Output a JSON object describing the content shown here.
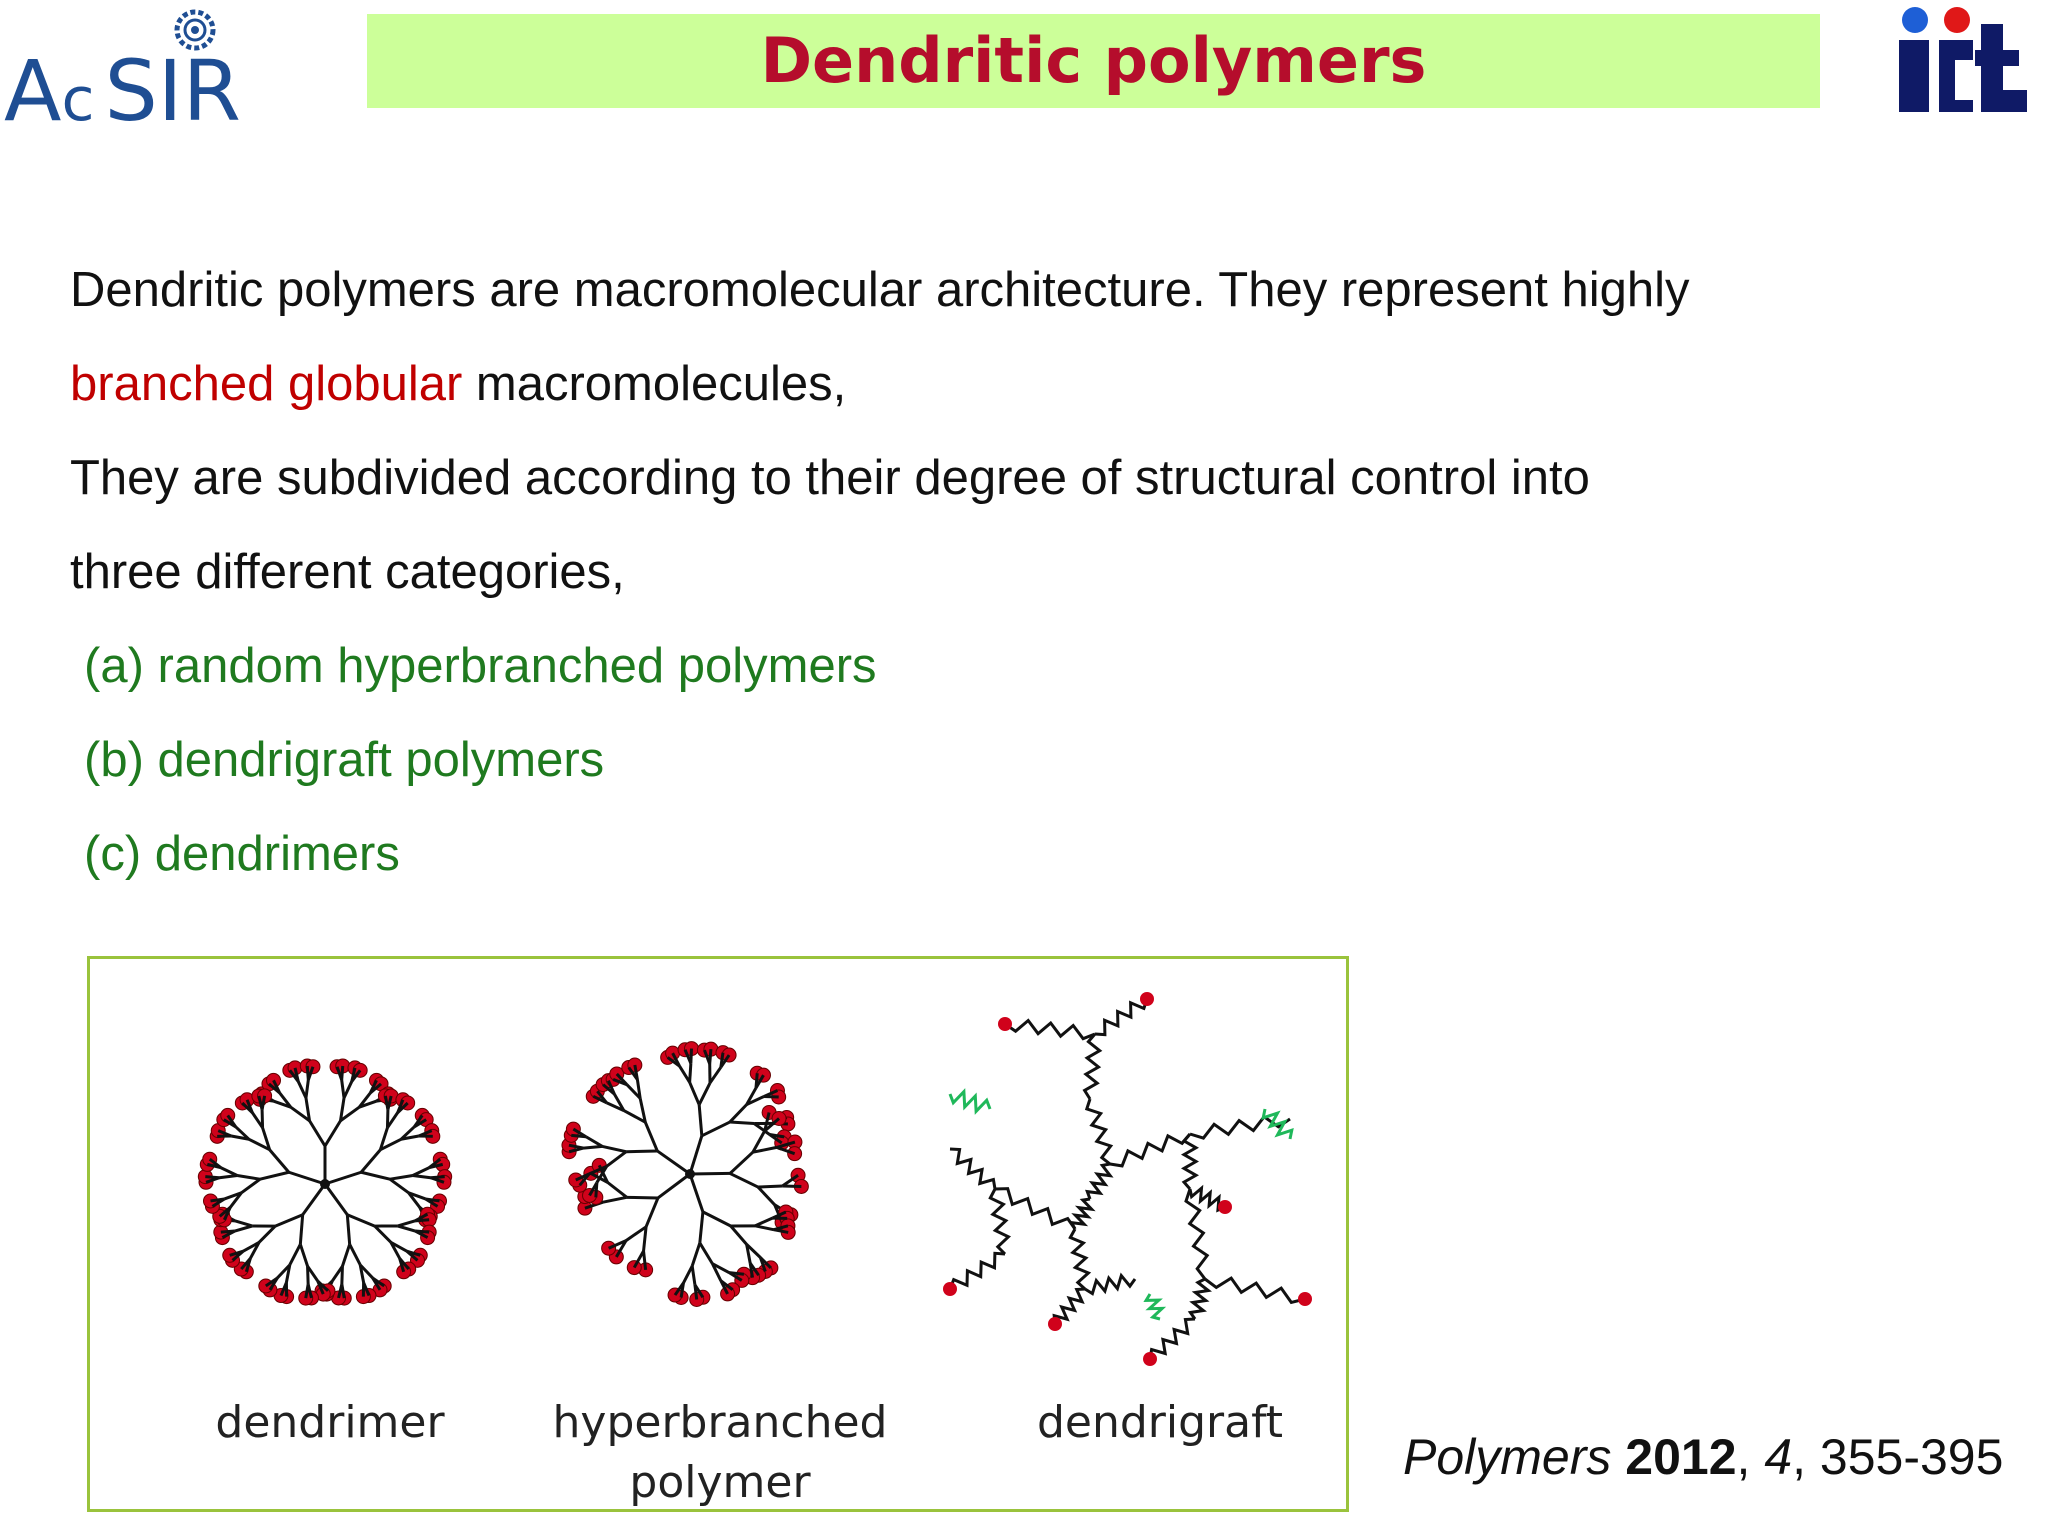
{
  "logos": {
    "left_wordmark": {
      "a": "A",
      "c": "c",
      "s": "S",
      "i": "I",
      "r": "R"
    },
    "left_icon": "gear-emblem-icon",
    "right_icon": "iict-logo-icon"
  },
  "header": {
    "title": "Dendritic polymers"
  },
  "body": {
    "line1": "Dendritic polymers are macromolecular architecture. They represent highly",
    "line2_red": "branched globular",
    "line2_rest": " macromolecules,",
    "line3": "They are subdivided according to their degree of structural control into",
    "line4": "three different categories,",
    "categories": [
      "(a) random hyperbranched polymers",
      "(b) dendrigraft polymers",
      "(c) dendrimers"
    ]
  },
  "figure": {
    "labels": {
      "dendrimer": "dendrimer",
      "hyperbranched_1": "hyperbranched",
      "hyperbranched_2": "polymer",
      "dendrigraft": "dendrigraft"
    },
    "colors": {
      "endgroup": "#d0021b",
      "graft_end": "#1fb85a",
      "border": "#9ac33c"
    }
  },
  "citation": {
    "journal": "Polymers",
    "year": "2012",
    "sep1": ", ",
    "volume": "4",
    "sep2": ", ",
    "pages": "355-395"
  },
  "colors": {
    "title": "#b50d2c",
    "title_bg": "#ccff99",
    "highlight_red": "#c00000",
    "category_green": "#1f7a1f"
  }
}
